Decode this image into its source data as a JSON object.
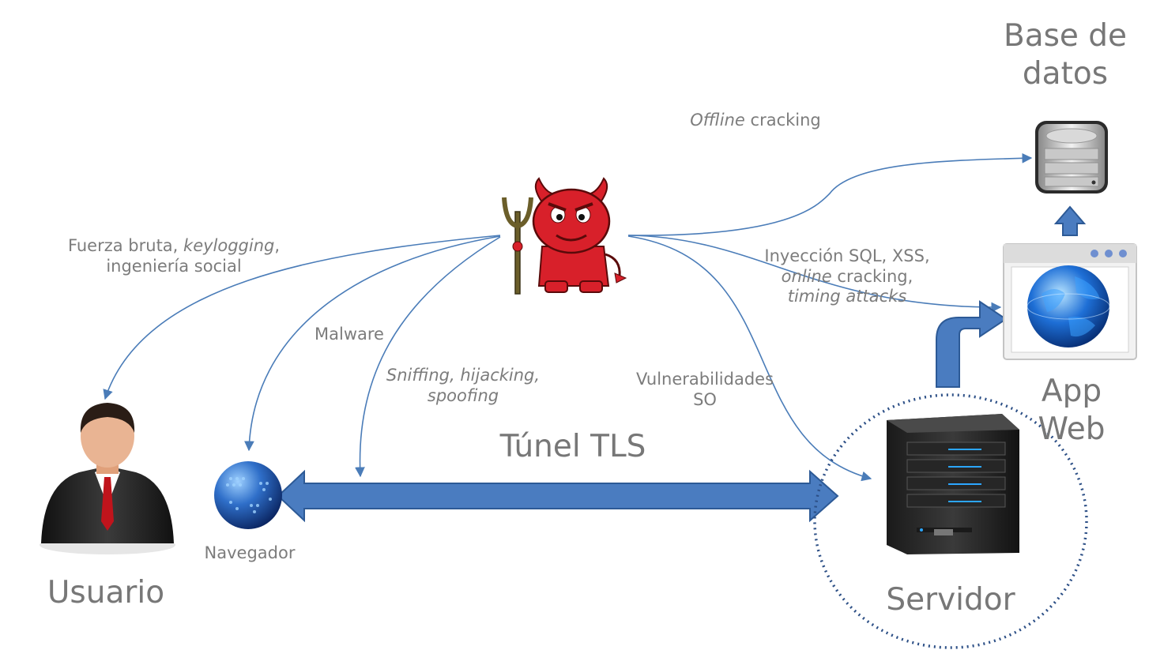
{
  "nodes": {
    "database": "Base de datos",
    "database_l1": "Base de",
    "database_l2": "datos",
    "webapp_l1": "App",
    "webapp_l2": "Web",
    "server": "Servidor",
    "user": "Usuario",
    "browser": "Navegador",
    "tunnel": "Túnel TLS"
  },
  "attacks": {
    "offline_it": "Offline",
    "offline_rest": " cracking",
    "brute_a": "Fuerza bruta, ",
    "brute_b": "keylogging",
    "brute_c": ",",
    "brute_l2": "ingeniería social",
    "malware": "Malware",
    "sniff_l1": "Sniffing, hijacking,",
    "sniff_l2": "spoofing",
    "vuln_l1": "Vulnerabilidades",
    "vuln_l2": "SO",
    "inj_l1": "Inyección SQL, XSS,",
    "inj_l2_it": "online",
    "inj_l2_rest": " cracking,",
    "inj_l3": "timing attacks"
  },
  "icons": [
    "devil-icon",
    "database-icon",
    "webapp-window-icon",
    "server-icon",
    "user-icon",
    "browser-globe-icon"
  ],
  "colors": {
    "arrow": "#4a7cb8",
    "tunnel": "#4a7cc0",
    "devil": "#d8202a",
    "text": "#7c7c7c"
  }
}
